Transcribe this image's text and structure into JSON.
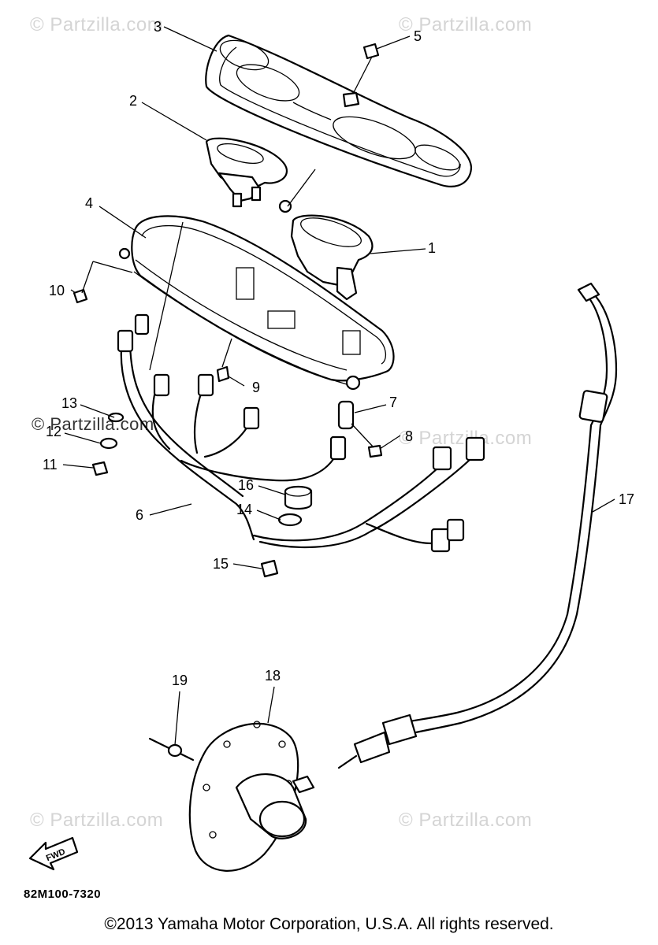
{
  "watermarks": [
    "© Partzilla.com",
    "© Partzilla.com",
    "© Partzilla.com",
    "© Partzilla.com",
    "© Partzilla.com",
    "© Partzilla.com"
  ],
  "callouts": [
    "1",
    "2",
    "3",
    "4",
    "5",
    "6",
    "7",
    "8",
    "9",
    "10",
    "11",
    "12",
    "13",
    "14",
    "15",
    "16",
    "17",
    "18",
    "19"
  ],
  "fwd_label": "FWD",
  "diagram_code": "82M100-7320",
  "copyright": "©2013 Yamaha Motor Corporation, U.S.A. All rights reserved."
}
